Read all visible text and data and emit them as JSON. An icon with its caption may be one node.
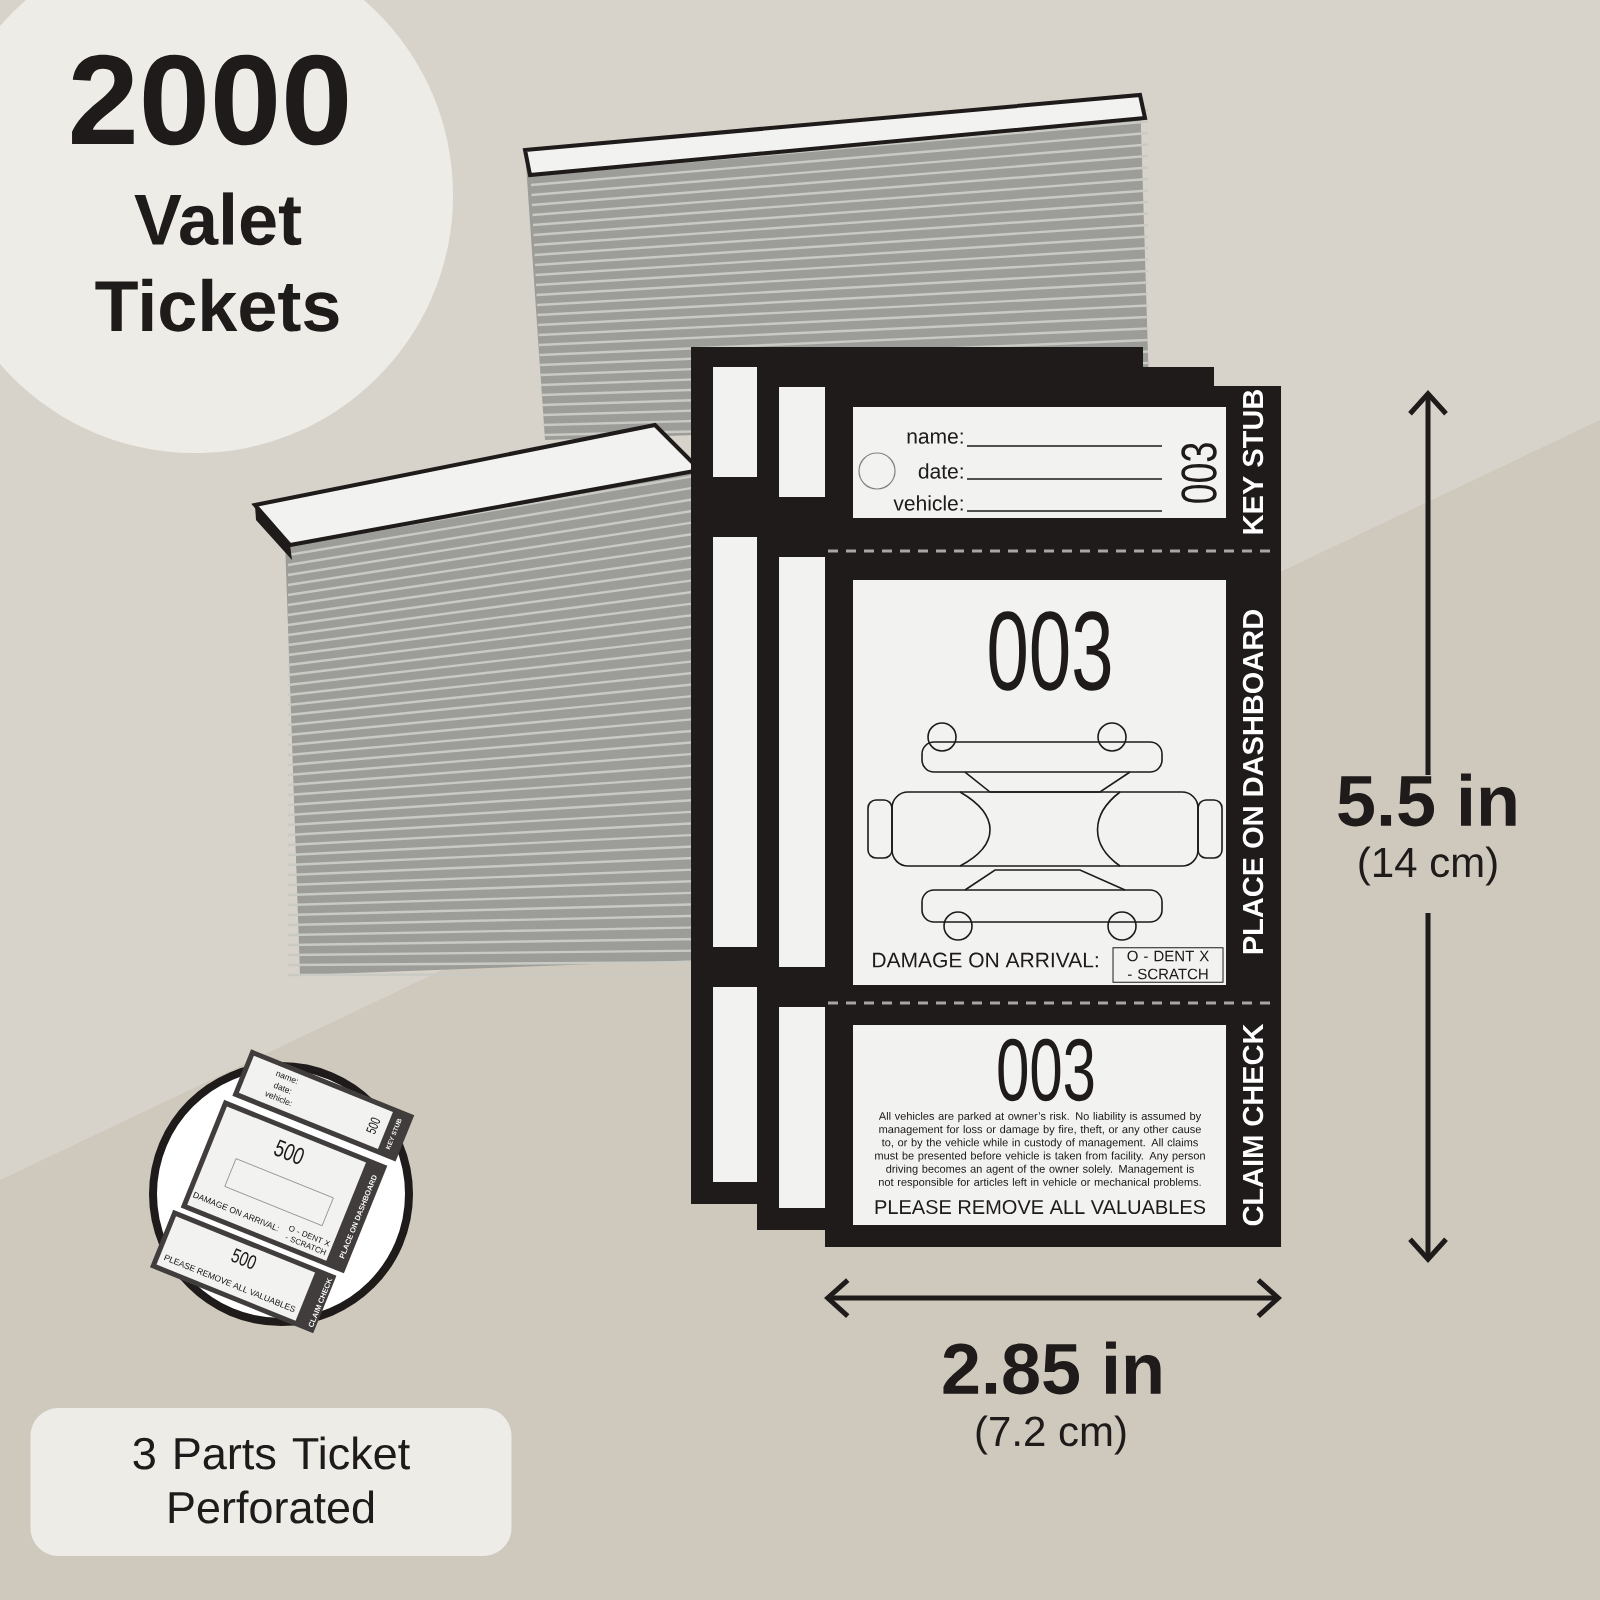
{
  "diagram": {
    "nodes": [
      {
        "text": [
          "2000",
          "Valet Tickets"
        ]
      },
      {
        "text": [
          "name:",
          "date:",
          "vehicle:",
          "003"
        ],
        "beside": [
          "KEY STUB"
        ]
      },
      {
        "text": [
          "003",
          "DAMAGE ON ARRIVAL:",
          "O - DENT X - SCRATCH"
        ],
        "beside": [
          "PLACE ON DASHBOARD"
        ]
      },
      {
        "text": [
          "003",
          "All vehicles are parked at owner’s risk. No liability is assumed by management for loss or damage by fire, theft, or any other cause to, or by the vehicle while in custody of management. All claims must be presented before vehicle is taken from facility. Any person driving becomes an agent of the owner solely. Management is not responsible for articles left in vehicle or mechanical problems.",
          "PLEASE REMOVE ALL VALUABLES"
        ],
        "beside": [
          "CLAIM CHECK"
        ]
      },
      {
        "text": [
          "3 Parts Ticket Perforated"
        ]
      }
    ],
    "labels": [
      "5.5 in",
      "(14 cm)",
      "2.85 in",
      "(7.2 cm)",
      "name:",
      "date:",
      "vehicle:",
      "500",
      "KEY STUB",
      "500",
      "PLACE ON DASHBOARD",
      "DAMAGE ON ARRIVAL:",
      "O - DENT X - SCRATCH",
      "500",
      "CLAIM CHECK",
      "PLEASE REMOVE ALL VALUABLES"
    ]
  }
}
